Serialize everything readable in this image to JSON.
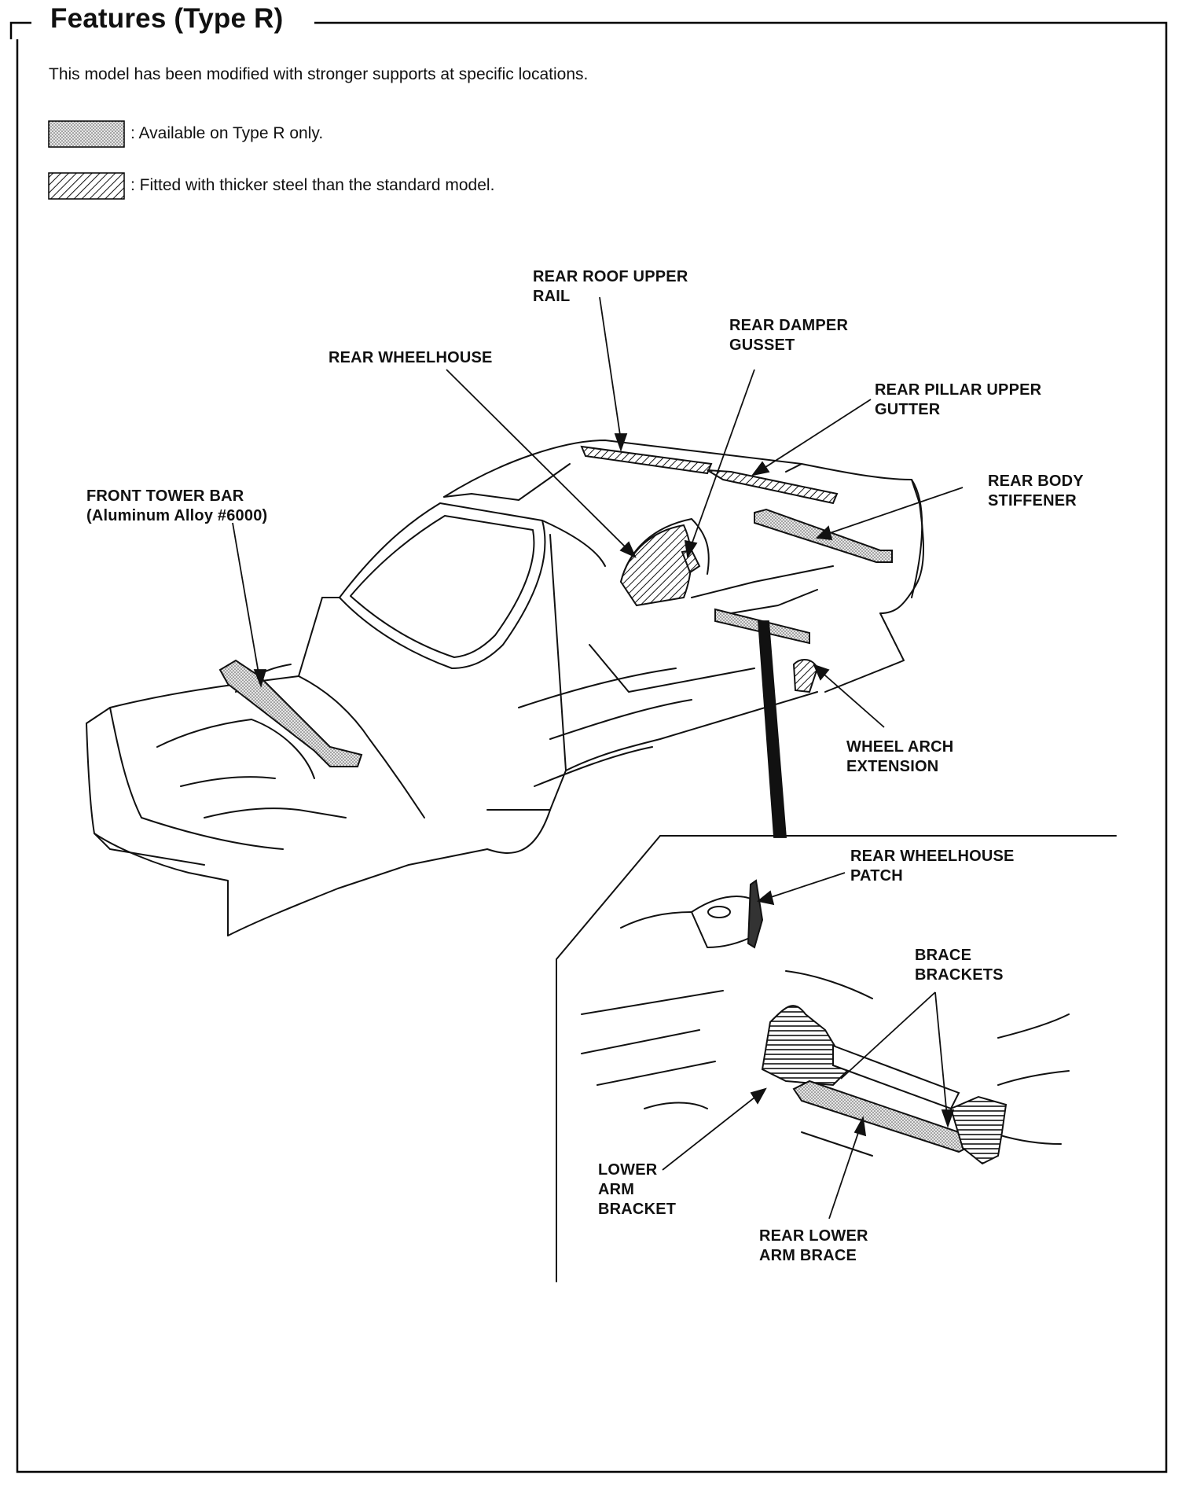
{
  "title": "Features (Type R)",
  "intro": "This model has been modified with stronger supports at specific locations.",
  "legend": [
    {
      "pattern": "stipple",
      "text": ": Available on Type R only."
    },
    {
      "pattern": "hatch",
      "text": ": Fitted with thicker steel than the standard model."
    }
  ],
  "labels": {
    "rear_roof_upper_rail": "REAR ROOF UPPER\nRAIL",
    "rear_damper_gusset": "REAR DAMPER\nGUSSET",
    "rear_wheelhouse": "REAR WHEELHOUSE",
    "rear_pillar_upper_gutter": "REAR PILLAR UPPER\nGUTTER",
    "rear_body_stiffener": "REAR BODY\nSTIFFENER",
    "front_tower_bar": "FRONT TOWER BAR\n(Aluminum Alloy #6000)",
    "wheel_arch_extension": "WHEEL ARCH\nEXTENSION",
    "rear_wheelhouse_patch": "REAR WHEELHOUSE\nPATCH",
    "brace_brackets": "BRACE\nBRACKETS",
    "lower_arm_bracket": "LOWER\nARM\nBRACKET",
    "rear_lower_arm_brace": "REAR LOWER\nARM BRACE"
  }
}
